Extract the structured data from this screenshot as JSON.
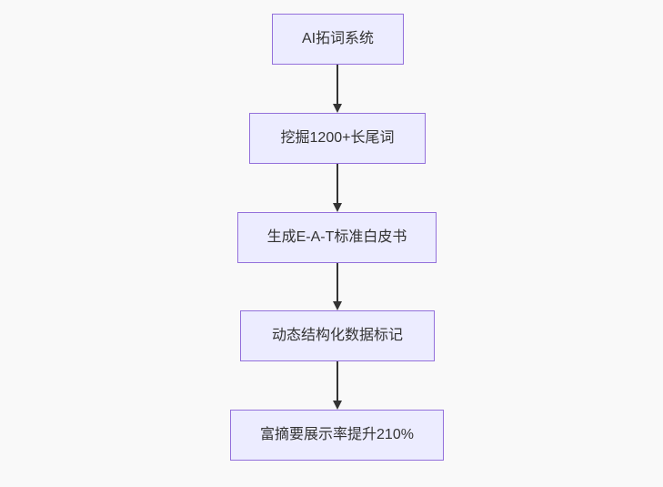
{
  "flowchart": {
    "type": "flowchart",
    "direction": "top-down",
    "colors": {
      "background": "#f9f9f9",
      "node_fill": "#ECECFF",
      "node_border": "#9370DB",
      "text_color": "#333333",
      "arrow_color": "#333333"
    },
    "nodes": [
      {
        "id": "A",
        "label": "AI拓词系统"
      },
      {
        "id": "B",
        "label": "挖掘1200+长尾词"
      },
      {
        "id": "C",
        "label": "生成E-A-T标准白皮书"
      },
      {
        "id": "D",
        "label": "动态结构化数据标记"
      },
      {
        "id": "E",
        "label": "富摘要展示率提升210%"
      }
    ],
    "edges": [
      {
        "from": "A",
        "to": "B"
      },
      {
        "from": "B",
        "to": "C"
      },
      {
        "from": "C",
        "to": "D"
      },
      {
        "from": "D",
        "to": "E"
      }
    ]
  }
}
